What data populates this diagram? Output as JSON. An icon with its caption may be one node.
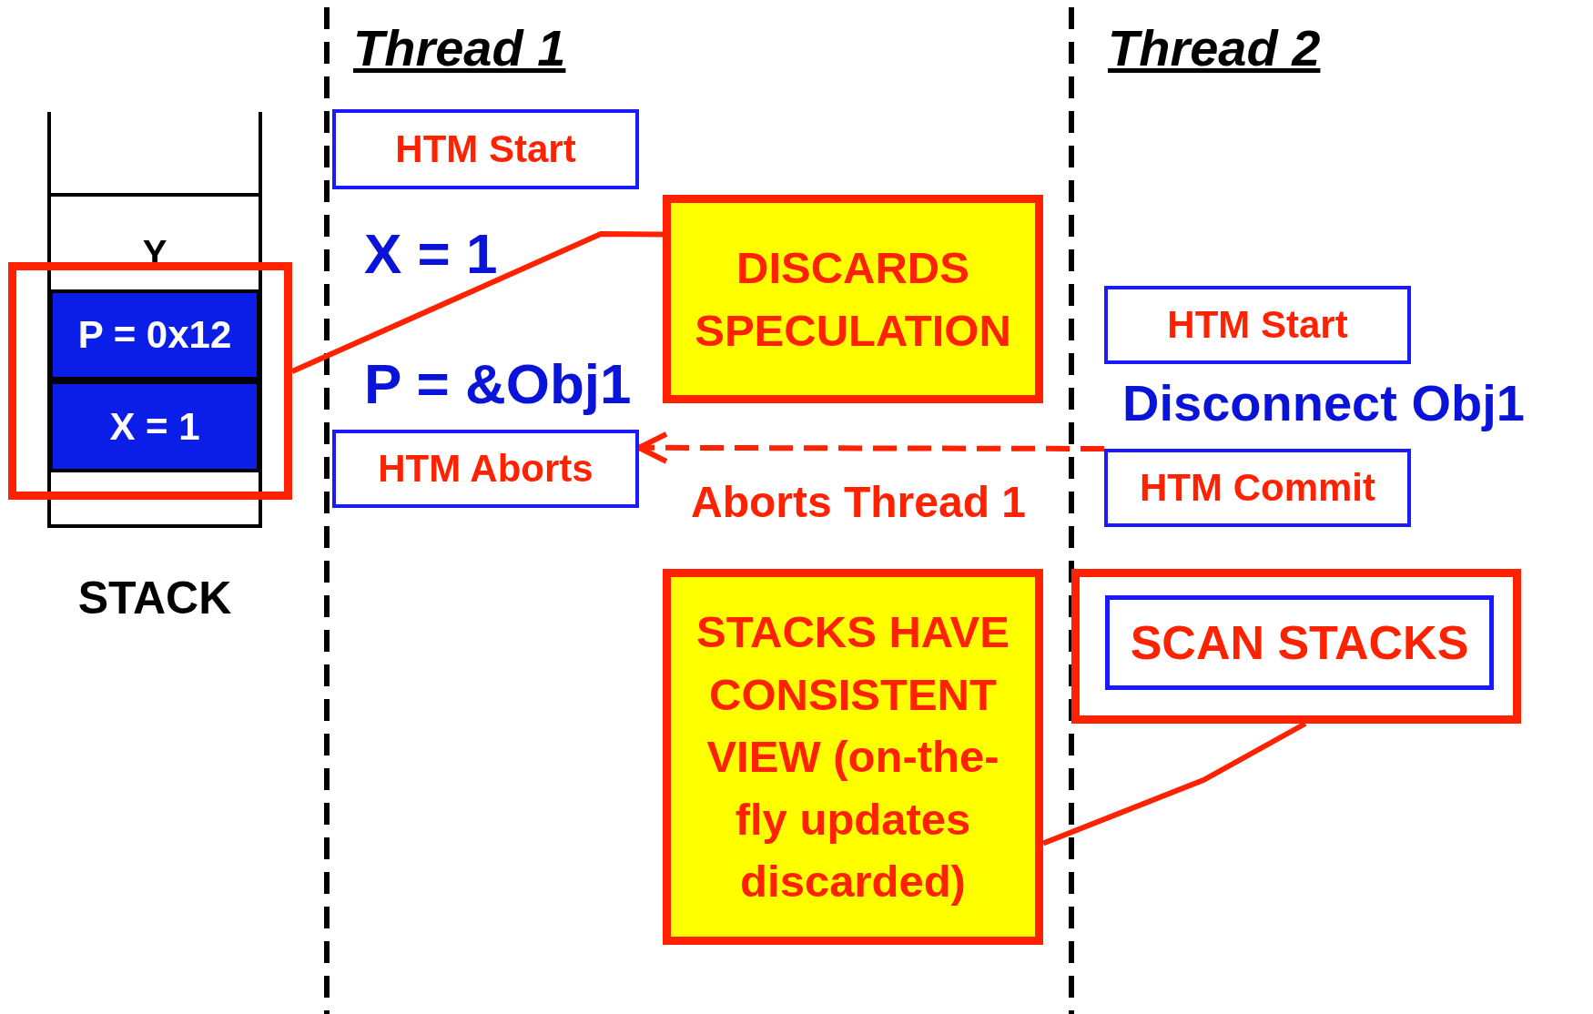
{
  "diagram": {
    "nodes": [
      {
        "text": [
          "STACK"
        ]
      },
      {
        "text": [
          "Y"
        ],
        "in": 0
      },
      {
        "text": [
          "P = 0x12"
        ]
      },
      {
        "text": [
          "X = 1"
        ]
      },
      {
        "text": [],
        "shape": "box"
      },
      {
        "text": [
          "HTM Start"
        ]
      },
      {
        "text": [
          "HTM Aborts"
        ]
      },
      {
        "text": [
          "DISCARDS SPECULATION"
        ]
      },
      {
        "text": [
          "STACKS HAVE CONSISTENT VIEW (on-the-fly updates discarded)"
        ]
      },
      {
        "text": [
          "HTM Start"
        ]
      },
      {
        "text": [
          "HTM Commit"
        ]
      },
      {
        "text": [],
        "shape": "box"
      },
      {
        "text": [
          "SCAN STACKS"
        ],
        "in": 11
      }
    ],
    "edges": [
      {
        "from": 7,
        "to": 4,
        "arrow": "none"
      },
      {
        "from": 10,
        "to": 6,
        "arrow": "to",
        "style": "dashed",
        "label": "Aborts Thread 1"
      },
      {
        "from": 8,
        "to": 11,
        "arrow": "none"
      }
    ],
    "labels": [
      "Thread 1",
      "Thread 2",
      "X = 1",
      "P = &Obj1",
      "Disconnect Obj1"
    ]
  }
}
